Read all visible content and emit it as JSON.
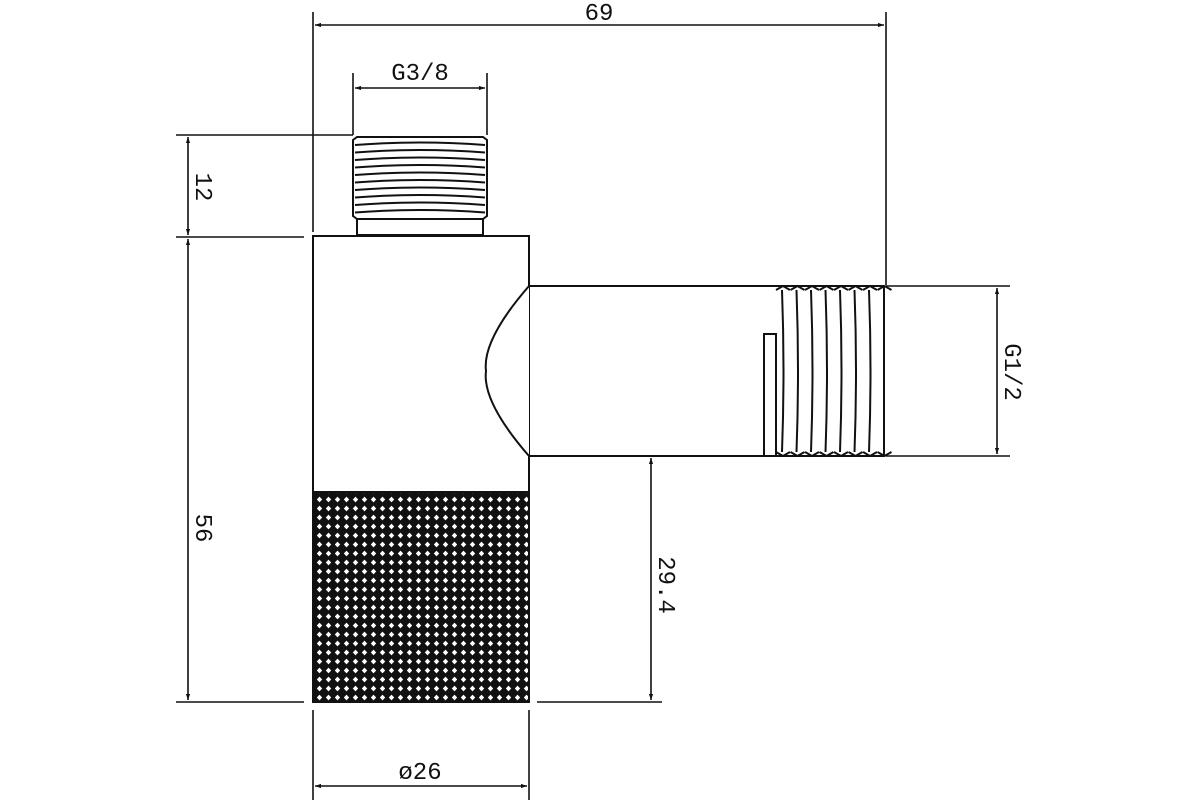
{
  "drawing": {
    "line_color": "#111111",
    "background": "#ffffff",
    "dimensions": {
      "overall_width": "69",
      "top_thread": "G3/8",
      "top_thread_height": "12",
      "body_height": "56",
      "outlet_height": "29.4",
      "side_thread": "G1/2",
      "body_diameter": "ø26"
    }
  }
}
